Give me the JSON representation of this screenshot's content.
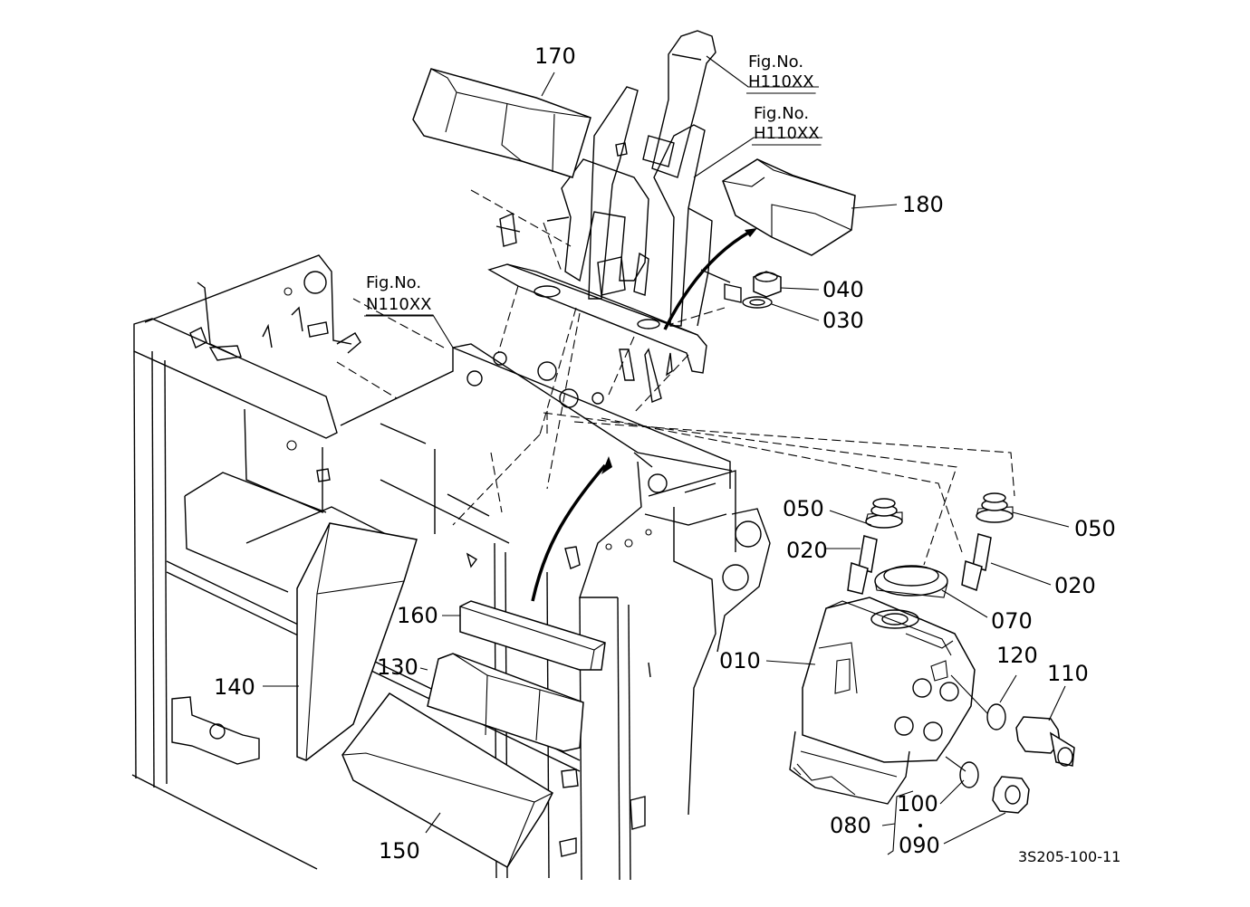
{
  "drawing_code": "3S205-100-11",
  "figure_references": [
    {
      "prefix": "Fig.No.",
      "number": "H110XX"
    },
    {
      "prefix": "Fig.No.",
      "number": "H110XX"
    },
    {
      "prefix": "Fig.No.",
      "number": "N110XX"
    }
  ],
  "part_labels": [
    {
      "num": "170"
    },
    {
      "num": "180"
    },
    {
      "num": "040"
    },
    {
      "num": "030"
    },
    {
      "num": "050"
    },
    {
      "num": "050"
    },
    {
      "num": "020"
    },
    {
      "num": "020"
    },
    {
      "num": "070"
    },
    {
      "num": "010"
    },
    {
      "num": "120"
    },
    {
      "num": "110"
    },
    {
      "num": "160"
    },
    {
      "num": "130"
    },
    {
      "num": "140"
    },
    {
      "num": "150"
    },
    {
      "num": "100"
    },
    {
      "num": "080"
    },
    {
      "num": "090"
    }
  ]
}
